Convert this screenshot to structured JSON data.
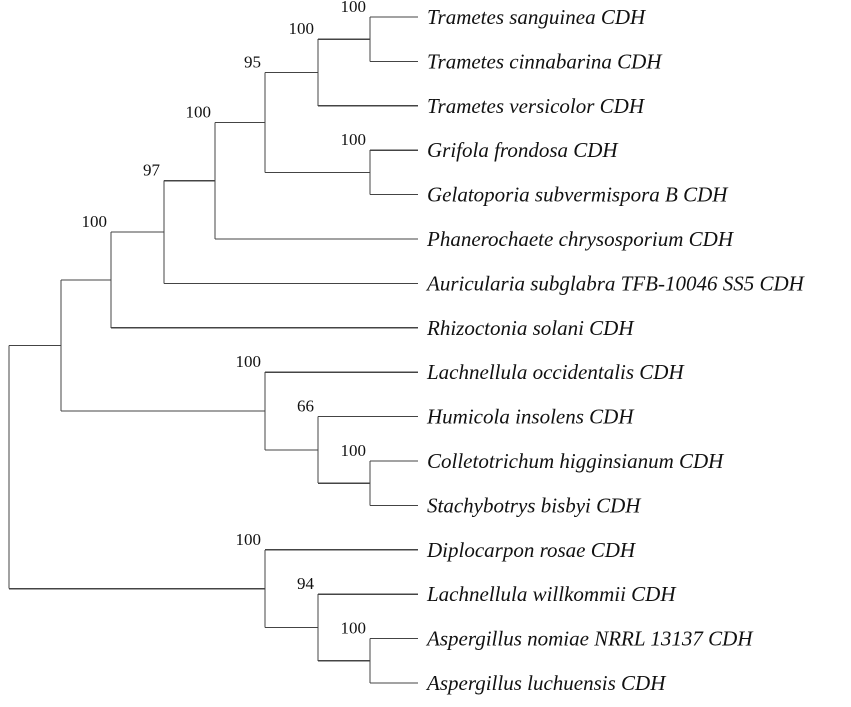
{
  "leaves": [
    "Trametes sanguinea CDH",
    "Trametes cinnabarina CDH",
    "Trametes versicolor CDH",
    "Grifola frondosa CDH",
    "Gelatoporia subvermispora B CDH",
    "Phanerochaete chrysosporium CDH",
    "Auricularia subglabra TFB-10046 SS5 CDH",
    "Rhizoctonia solani CDH",
    "Lachnellula occidentalis CDH",
    "Humicola insolens CDH",
    "Colletotrichum higginsianum CDH",
    "Stachybotrys bisbyi CDH",
    "Diplocarpon rosae CDH",
    "Lachnellula willkommii CDH",
    "Aspergillus nomiae NRRL 13137 CDH",
    "Aspergillus luchuensis CDH"
  ],
  "clades": [
    {
      "id": "n_sang_cinn",
      "children": [
        "L0",
        "L1"
      ],
      "support": "100"
    },
    {
      "id": "n_trametes",
      "children": [
        "n_sang_cinn",
        "L2"
      ],
      "support": "100"
    },
    {
      "id": "n_grif_gela",
      "children": [
        "L3",
        "L4"
      ],
      "support": "100"
    },
    {
      "id": "n_polypores",
      "children": [
        "n_trametes",
        "n_grif_gela"
      ],
      "support": "95"
    },
    {
      "id": "n_phanero",
      "children": [
        "n_polypores",
        "L5"
      ],
      "support": "100"
    },
    {
      "id": "n_auric",
      "children": [
        "n_phanero",
        "L6"
      ],
      "support": "97"
    },
    {
      "id": "n_basidio",
      "children": [
        "n_auric",
        "L7"
      ],
      "support": "100"
    },
    {
      "id": "n_colle_stachy",
      "children": [
        "L10",
        "L11"
      ],
      "support": "100"
    },
    {
      "id": "n_humicola",
      "children": [
        "L9",
        "n_colle_stachy"
      ],
      "support": "66"
    },
    {
      "id": "n_lachno",
      "children": [
        "L8",
        "n_humicola"
      ],
      "support": "100"
    },
    {
      "id": "n_upper",
      "children": [
        "n_basidio",
        "n_lachno"
      ],
      "support": ""
    },
    {
      "id": "n_asp",
      "children": [
        "L14",
        "L15"
      ],
      "support": "100"
    },
    {
      "id": "n_willk",
      "children": [
        "L13",
        "n_asp"
      ],
      "support": "94"
    },
    {
      "id": "n_lower",
      "children": [
        "L12",
        "n_willk"
      ],
      "support": "100"
    },
    {
      "id": "n_root",
      "children": [
        "n_upper",
        "n_lower"
      ],
      "support": ""
    }
  ]
}
